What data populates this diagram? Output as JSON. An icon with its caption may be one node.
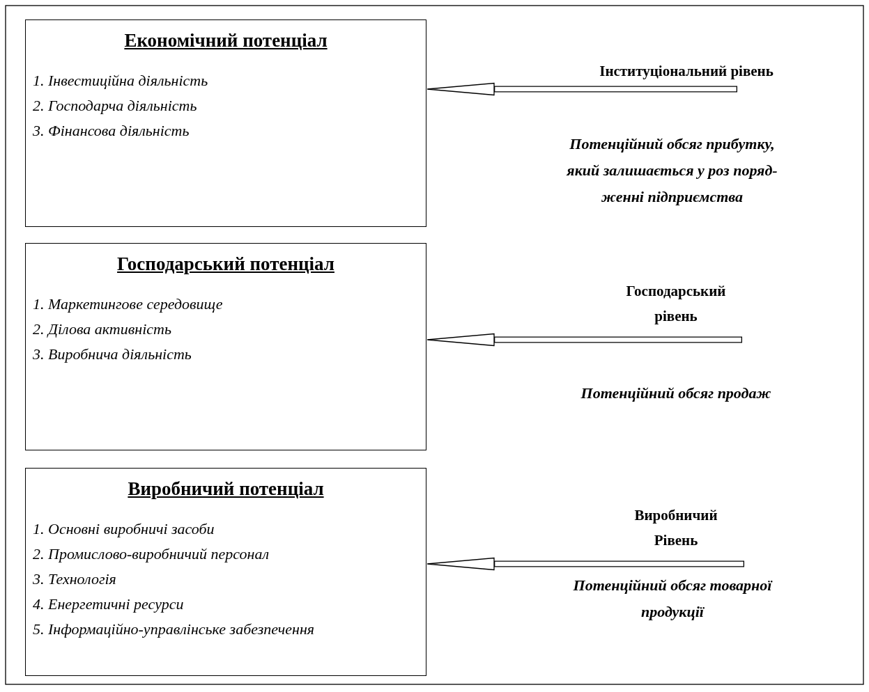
{
  "diagram": {
    "nodes": [
      {
        "text": [
          "Економічний потенціал",
          "1. Інвестиційна діяльність",
          "2. Господарча діяльність",
          "3. Фінансова діяльність"
        ]
      },
      {
        "text": [
          "Інституціональний рівень"
        ]
      },
      {
        "text": [
          "Господарський потенціал",
          "1. Маркетингове середовище",
          "2. Ділова активність",
          "3. Виробнича діяльність"
        ]
      },
      {
        "text": [
          "Господарський рівень"
        ]
      },
      {
        "text": [
          "Виробничий потенціал",
          "1. Основні виробничі засоби",
          "2. Промислово-виробничий персонал",
          "3. Технологія",
          "4. Енергетичні ресурси",
          "5. Інформаційно-управлінське забезпечення"
        ]
      },
      {
        "text": [
          "Виробничий Рівень"
        ]
      }
    ],
    "edges": [
      {
        "from": 1,
        "to": 0,
        "arrow": "to"
      },
      {
        "from": 3,
        "to": 2,
        "arrow": "to"
      },
      {
        "from": 5,
        "to": 4,
        "arrow": "to"
      }
    ],
    "labels": [
      "Потенційний обсяг прибутку, який залишається у роз поряд- женні підприємства",
      "Потенційний обсяг продаж",
      "Потенційний обсяг товарної продукції"
    ]
  }
}
